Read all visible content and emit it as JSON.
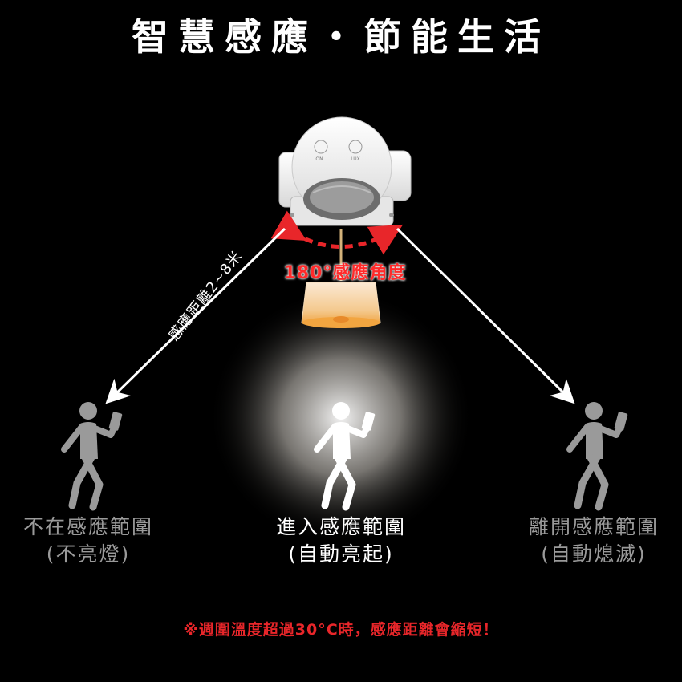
{
  "title": "智慧感應・節能生活",
  "sensor": {
    "dial_left_label": "ON",
    "dial_right_label": "LUX",
    "angle_label": "180°感應角度",
    "distance_label": "感應距離2~8米"
  },
  "states": [
    {
      "title": "不在感應範圍",
      "subtitle": "(不亮燈)",
      "figure_color": "#9a9a9a"
    },
    {
      "title": "進入感應範圍",
      "subtitle": "(自動亮起)",
      "figure_color": "#ffffff"
    },
    {
      "title": "離開感應範圍",
      "subtitle": "(自動熄滅)",
      "figure_color": "#9a9a9a"
    }
  ],
  "note": "※週圍溫度超過30°C時，感應距離會縮短！",
  "colors": {
    "accent_red": "#e8262a",
    "glow": "#fff6e0",
    "lamp": "#f2c27a"
  }
}
